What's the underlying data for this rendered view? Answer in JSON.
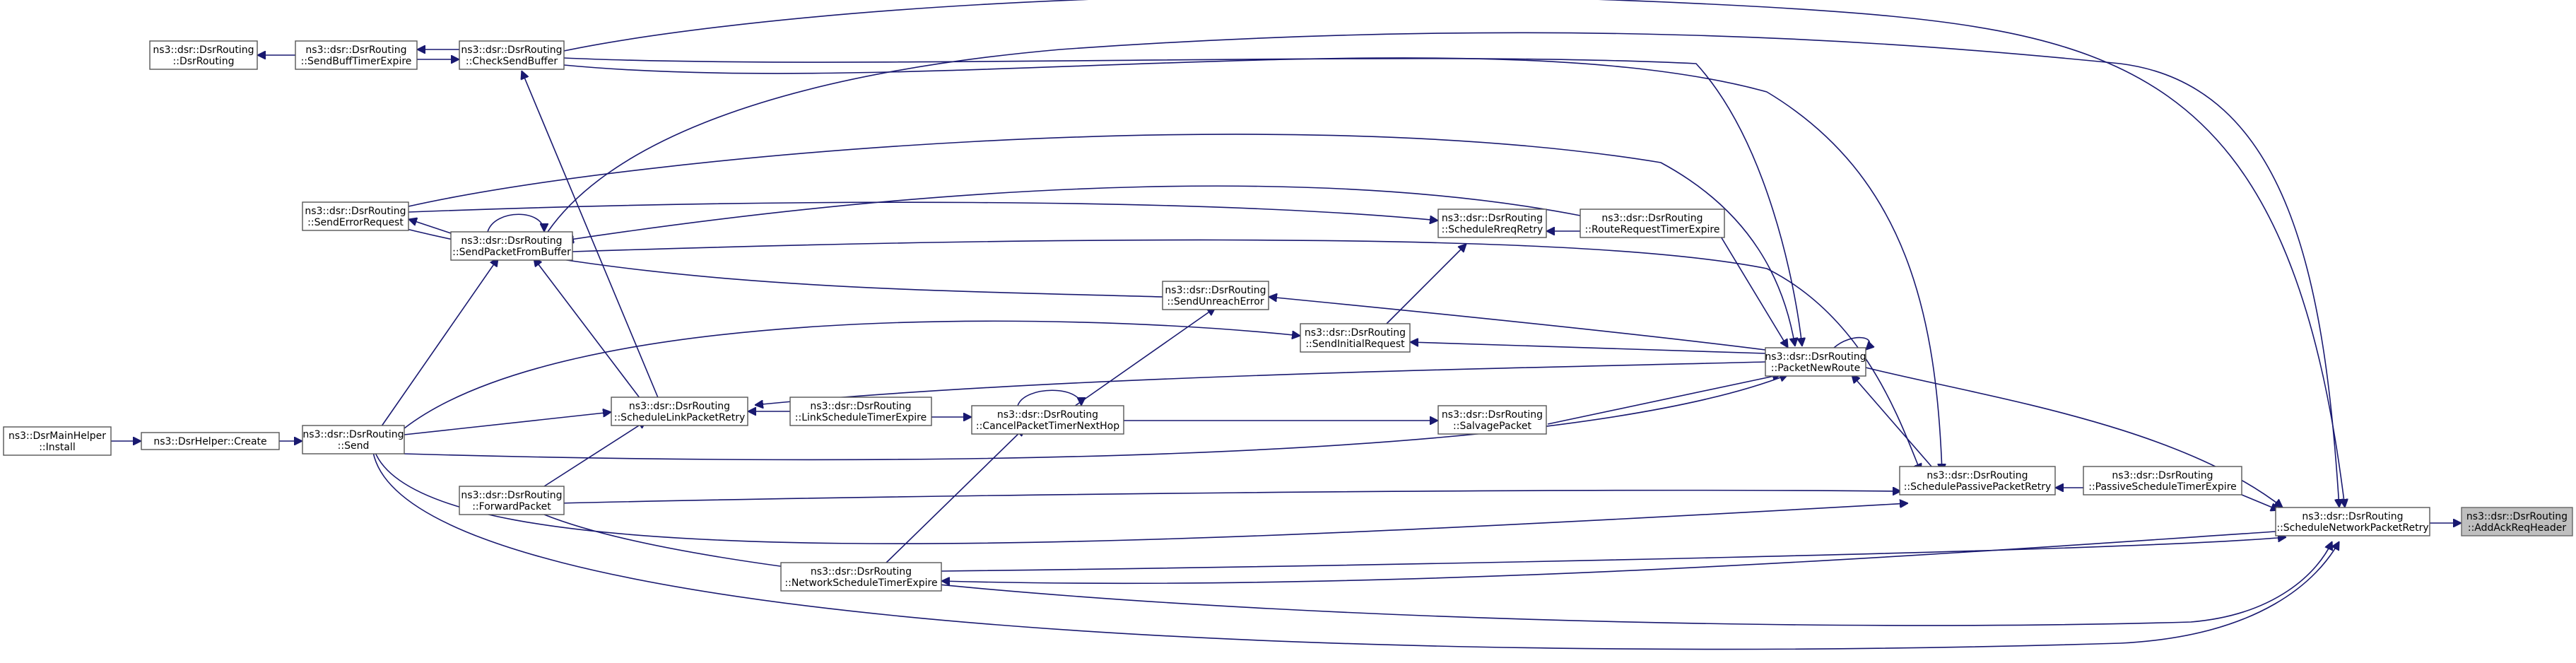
{
  "diagram": {
    "type": "call-graph",
    "edge_color": "#191970",
    "highlight_fill": "#bfbfbf",
    "nodes": [
      {
        "id": "addack",
        "lines": [
          "ns3::dsr::DsrRouting",
          "::AddAckReqHeader"
        ],
        "highlight": true
      },
      {
        "id": "schednet",
        "lines": [
          "ns3::dsr::DsrRouting",
          "::ScheduleNetworkPacketRetry"
        ]
      },
      {
        "id": "passivetimer",
        "lines": [
          "ns3::dsr::DsrRouting",
          "::PassiveScheduleTimerExpire"
        ]
      },
      {
        "id": "schedpassive",
        "lines": [
          "ns3::dsr::DsrRouting",
          "::SchedulePassivePacketRetry"
        ]
      },
      {
        "id": "packetnewroute",
        "lines": [
          "ns3::dsr::DsrRouting",
          "::PacketNewRoute"
        ]
      },
      {
        "id": "routereqtimer",
        "lines": [
          "ns3::dsr::DsrRouting",
          "::RouteRequestTimerExpire"
        ]
      },
      {
        "id": "schedrreq",
        "lines": [
          "ns3::dsr::DsrRouting",
          "::ScheduleRreqRetry"
        ]
      },
      {
        "id": "salvage",
        "lines": [
          "ns3::dsr::DsrRouting",
          "::SalvagePacket"
        ]
      },
      {
        "id": "sendinitial",
        "lines": [
          "ns3::dsr::DsrRouting",
          "::SendInitialRequest"
        ]
      },
      {
        "id": "sendunreach",
        "lines": [
          "ns3::dsr::DsrRouting",
          "::SendUnreachError"
        ]
      },
      {
        "id": "cancelnexthop",
        "lines": [
          "ns3::dsr::DsrRouting",
          "::CancelPacketTimerNextHop"
        ]
      },
      {
        "id": "linktimer",
        "lines": [
          "ns3::dsr::DsrRouting",
          "::LinkScheduleTimerExpire"
        ]
      },
      {
        "id": "schedlink",
        "lines": [
          "ns3::dsr::DsrRouting",
          "::ScheduleLinkPacketRetry"
        ]
      },
      {
        "id": "nettimer",
        "lines": [
          "ns3::dsr::DsrRouting",
          "::NetworkScheduleTimerExpire"
        ]
      },
      {
        "id": "checksend",
        "lines": [
          "ns3::dsr::DsrRouting",
          "::CheckSendBuffer"
        ]
      },
      {
        "id": "sendbufftimer",
        "lines": [
          "ns3::dsr::DsrRouting",
          "::SendBuffTimerExpire"
        ]
      },
      {
        "id": "dsrrouting",
        "lines": [
          "ns3::dsr::DsrRouting",
          "::DsrRouting"
        ]
      },
      {
        "id": "senderror",
        "lines": [
          "ns3::dsr::DsrRouting",
          "::SendErrorRequest"
        ]
      },
      {
        "id": "sendfrombuffer",
        "lines": [
          "ns3::dsr::DsrRouting",
          "::SendPacketFromBuffer"
        ]
      },
      {
        "id": "send",
        "lines": [
          "ns3::dsr::DsrRouting",
          "::Send"
        ]
      },
      {
        "id": "forward",
        "lines": [
          "ns3::dsr::DsrRouting",
          "::ForwardPacket"
        ]
      },
      {
        "id": "helpercreate",
        "lines": [
          "ns3::DsrHelper::Create"
        ]
      },
      {
        "id": "mainhelper",
        "lines": [
          "ns3::DsrMainHelper",
          "::Install"
        ]
      }
    ]
  }
}
